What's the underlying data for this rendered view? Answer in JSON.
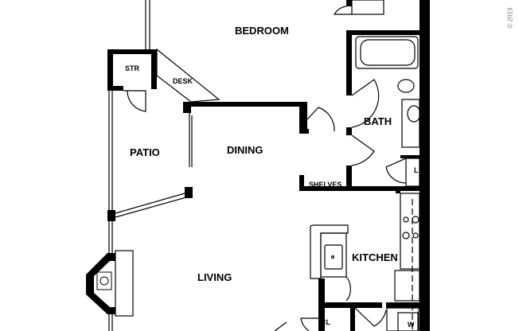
{
  "rooms": {
    "bedroom": "BEDROOM",
    "str": "STR",
    "desk": "DESK",
    "bath": "BATH",
    "patio": "PATIO",
    "dining": "DINING",
    "shelves": "SHELVES",
    "linen": "L",
    "kitchen": "KITCHEN",
    "living": "LIVING",
    "closet": "CL",
    "washer": "W"
  },
  "copyright": "© 2019",
  "colors": {
    "wall": "#000000",
    "background": "#ffffff",
    "fixture": "#555555"
  }
}
